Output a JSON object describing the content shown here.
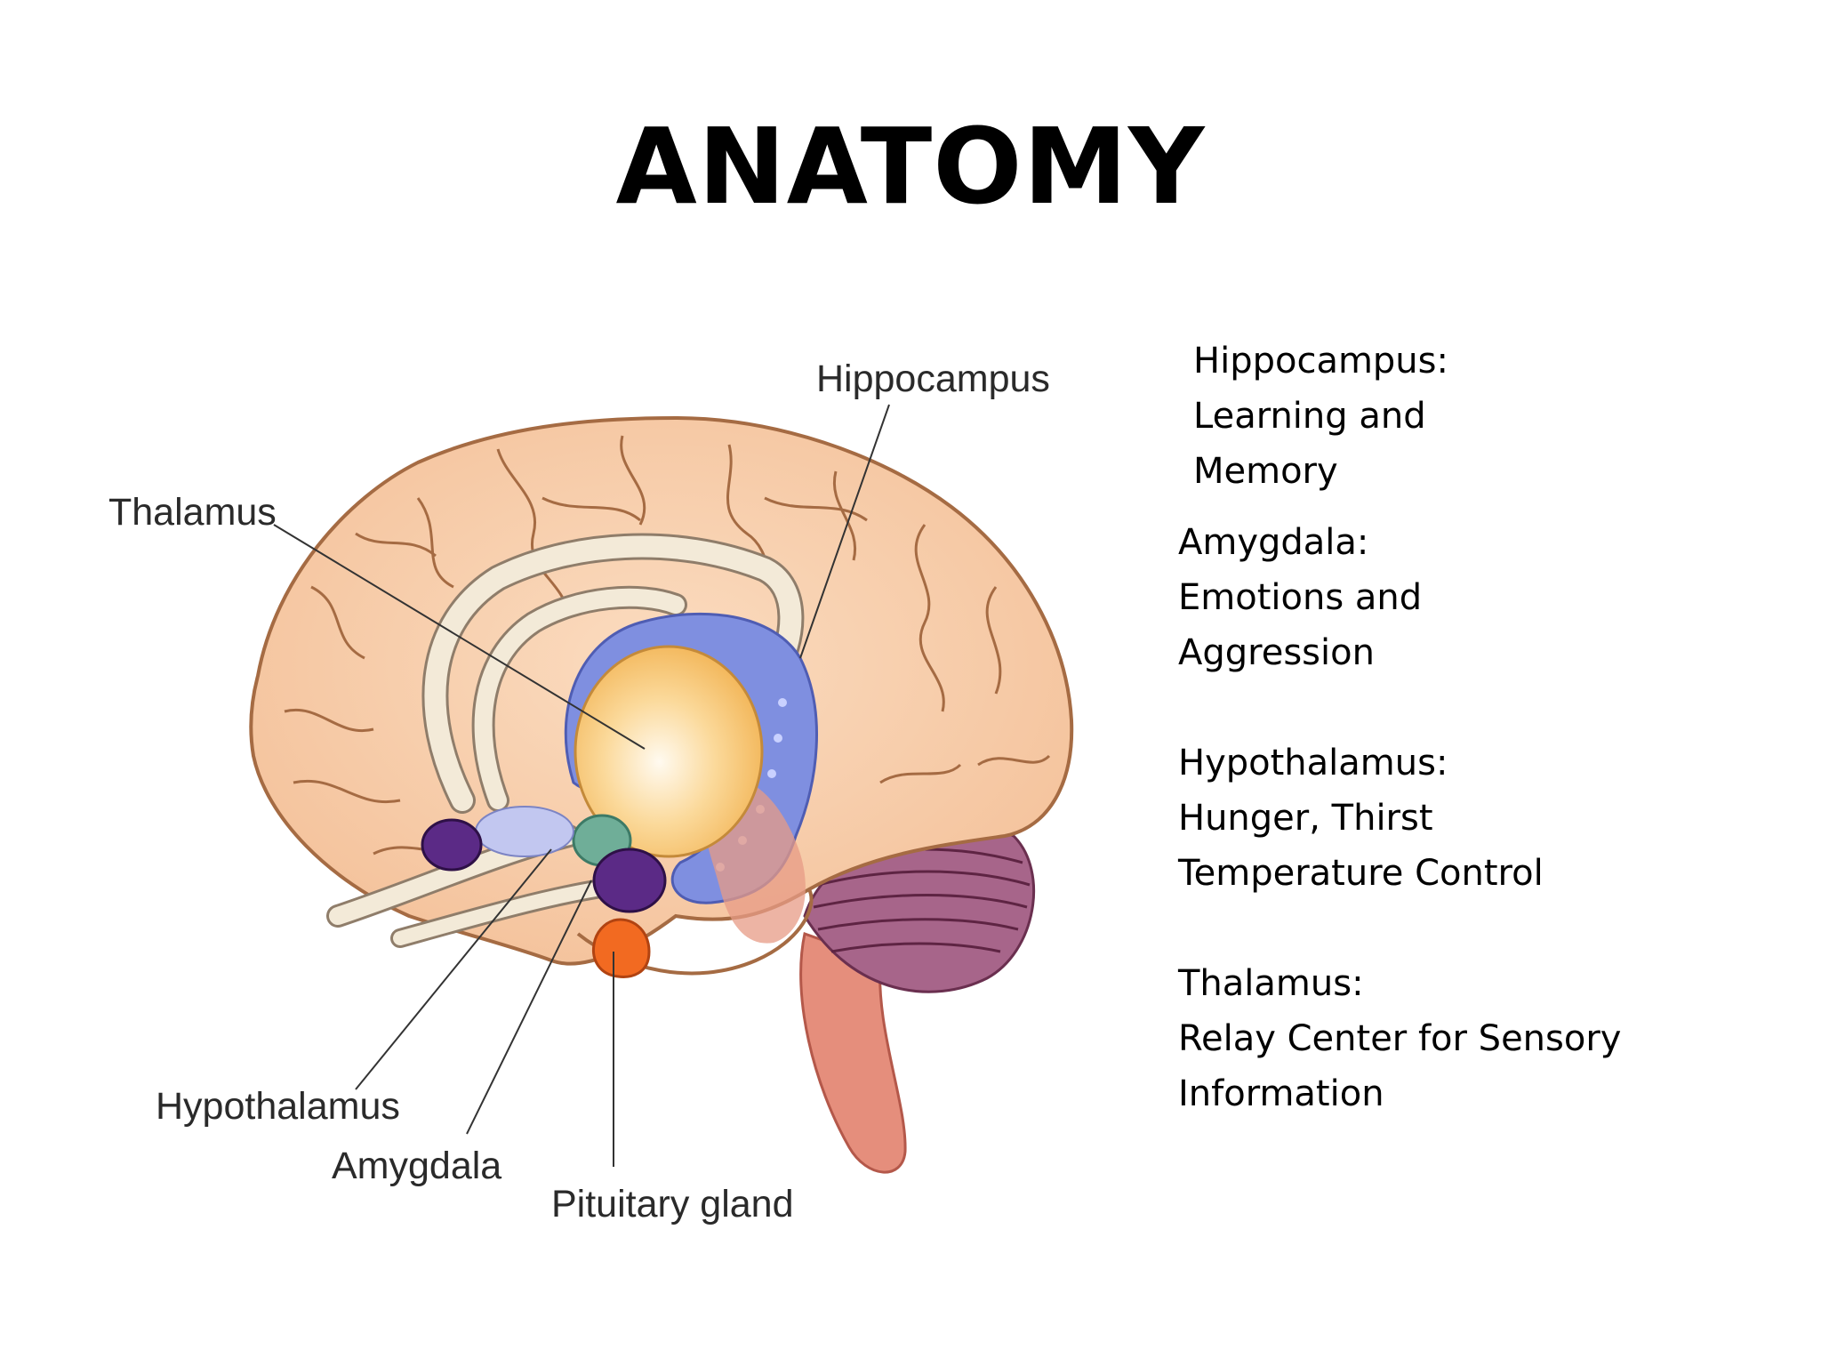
{
  "slide": {
    "title": "ANATOMY"
  },
  "diagram": {
    "labels": {
      "hippocampus": "Hippocampus",
      "thalamus": "Thalamus",
      "hypothalamus": "Hypothalamus",
      "amygdala": "Amygdala",
      "pituitary": "Pituitary gland"
    },
    "colors": {
      "cortex": "#f6c9a4",
      "hippocampus": "#7f8fe0",
      "thalamus": "#f7c26a",
      "amygdala": "#5b2a86",
      "pituitary": "#f26a21",
      "hypothalamus": "#6fae98",
      "cerebellum": "#9b5a79",
      "brainstem": "#e08a78"
    }
  },
  "notes": [
    {
      "heading": "Hippocampus:",
      "lines": [
        "Learning and",
        "Memory"
      ]
    },
    {
      "heading": "Amygdala:",
      "lines": [
        "Emotions and",
        "Aggression"
      ]
    },
    {
      "heading": "Hypothalamus:",
      "lines": [
        "Hunger, Thirst",
        "Temperature Control"
      ]
    },
    {
      "heading": "Thalamus:",
      "lines": [
        "Relay Center for Sensory",
        "Information"
      ]
    }
  ]
}
